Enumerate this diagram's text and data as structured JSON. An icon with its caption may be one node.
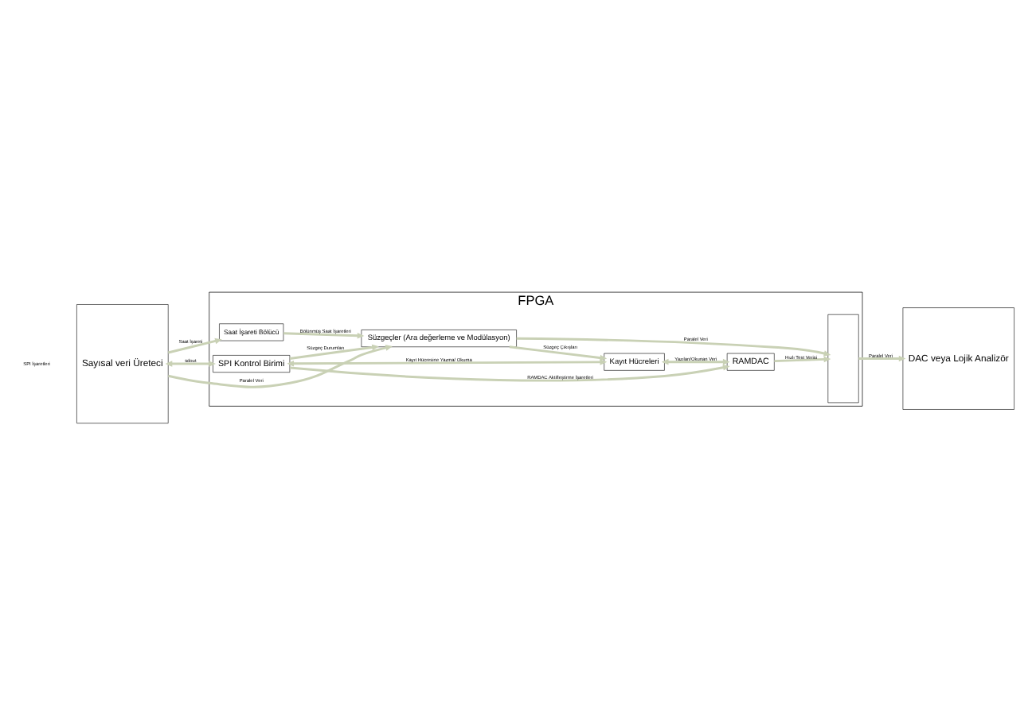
{
  "diagram": {
    "nodes": [
      {
        "text": [
          "FPGA"
        ]
      },
      {
        "text": [
          "Sayısal veri Üreteci"
        ]
      },
      {
        "text": [
          "Saat İşareti Bölücü"
        ],
        "in": 0
      },
      {
        "text": [
          "Süzgeçler (Ara değerleme ve Modülasyon)"
        ],
        "in": 0
      },
      {
        "text": [
          "Kayıt Hücreleri"
        ],
        "in": 0
      },
      {
        "text": [
          "SPI Kontrol Birimi"
        ],
        "in": 0
      },
      {
        "text": [
          "RAMDAC"
        ],
        "in": 0
      },
      {
        "text": [],
        "shape": "trapezoid",
        "in": 0
      },
      {
        "text": [
          "DAC veya Lojik Analizör"
        ]
      }
    ],
    "edges": [
      {
        "from": 1,
        "to": 2,
        "arrow": "to",
        "label": "Saat İşareti"
      },
      {
        "from": 1,
        "to": 3,
        "arrow": "to",
        "label": "Paralel Veri"
      },
      {
        "from": 2,
        "to": 3,
        "arrow": "to",
        "label": "Bölünmüş Saat İşaretleri"
      },
      {
        "from": 5,
        "to": 3,
        "arrow": "to",
        "label": "Süzgeç Durumları"
      },
      {
        "from": 3,
        "to": 4,
        "arrow": "to",
        "label": "Süzgeç Çıkışları"
      },
      {
        "from": 5,
        "to": 4,
        "arrow": "both",
        "label": "Kayıt Hücresine Yazma/ Okuma"
      },
      {
        "from": 4,
        "to": 6,
        "arrow": "both",
        "label": "Yazılan/Okunan Veri"
      },
      {
        "from": 1,
        "to": 5,
        "arrow": "both",
        "label": "sdout"
      },
      {
        "from": 5,
        "to": 6,
        "arrow": "to",
        "label": "RAMDAC Aktifleştirme İşaretleri"
      },
      {
        "from": 3,
        "to": 7,
        "arrow": "to",
        "label": "Paralel Veri"
      },
      {
        "from": 6,
        "to": 7,
        "arrow": "to",
        "label": "Hızlı Test Verisi"
      },
      {
        "from": 7,
        "to": 8,
        "arrow": "to",
        "label": "Paralel Veri"
      }
    ],
    "labels": [
      "SPI İşaretleri"
    ]
  }
}
